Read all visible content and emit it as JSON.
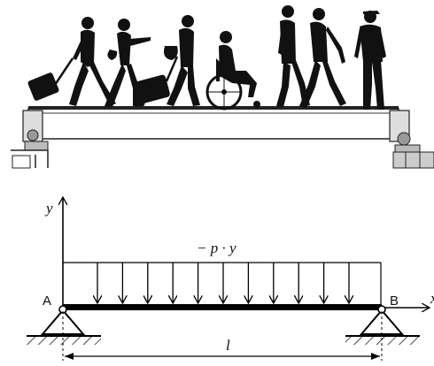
{
  "diagram": {
    "axis_y_label": "y",
    "axis_x_label": "x",
    "load_label": "− p · y⃗",
    "support_a_label": "A",
    "support_b_label": "B",
    "span_label": "l",
    "load_arrow_count": 11
  },
  "illustration": {
    "figures": [
      "person-with-suitcase",
      "person-walking-pointing",
      "person-with-rolling-bag",
      "person-in-wheelchair",
      "person-walking",
      "person-walking",
      "person-standing-cap"
    ]
  }
}
